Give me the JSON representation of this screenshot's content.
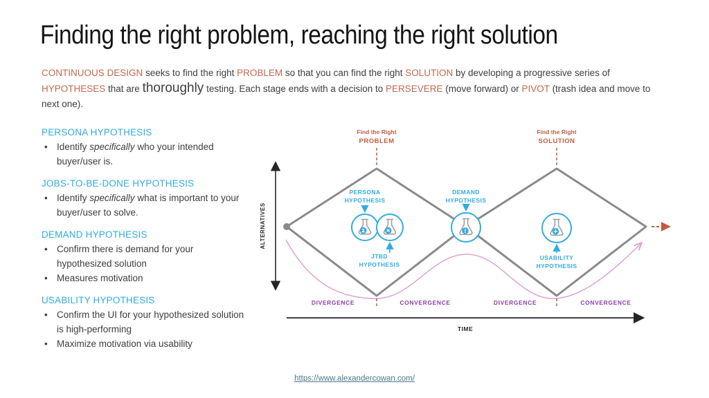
{
  "slide": {
    "title": "Finding the right problem, reaching the right solution",
    "intro": {
      "p1": "CONTINUOUS DESIGN",
      "p2": " seeks to find the right ",
      "p3": "PROBLEM",
      "p4": " so that you can find the right ",
      "p5": "SOLUTION",
      "p6": " by developing a progressive series of ",
      "p7": "HYPOTHESES",
      "p8": " that are ",
      "p9": "thoroughly",
      "p10": " testing. Each stage ends with a decision to ",
      "p11": "PERSEVERE",
      "p12": " (move forward) or ",
      "p13": "PIVOT",
      "p14": " (trash idea and move to next one)."
    },
    "sections": [
      {
        "header": "PERSONA HYPOTHESIS",
        "bullets": [
          {
            "pre": "Identify ",
            "italic": "specifically",
            "post": " who your intended buyer/user is."
          }
        ]
      },
      {
        "header": "JOBS-TO-BE-DONE HYPOTHESIS",
        "bullets": [
          {
            "pre": "Identify ",
            "italic": "specifically",
            "post": " what is important to your buyer/user to solve."
          }
        ]
      },
      {
        "header": "DEMAND HYPOTHESIS",
        "bullets": [
          {
            "pre": "Confirm there is demand for your hypothesized solution"
          },
          {
            "pre": "Measures motivation"
          }
        ]
      },
      {
        "header": "USABILITY HYPOTHESIS",
        "bullets": [
          {
            "pre": "Confirm the UI for your hypothesized solution is high-performing"
          },
          {
            "pre": "Maximize motivation via usability"
          }
        ]
      }
    ],
    "diagram": {
      "find_right": "Find the Right",
      "problem": "PROBLEM",
      "solution": "SOLUTION",
      "persona": "PERSONA",
      "demand": "DEMAND",
      "jtbd": "JTBD",
      "usability": "USABILITY",
      "hypothesis": "HYPOTHESIS",
      "alternatives_axis": "ALTERNATIVES",
      "time_axis": "TIME",
      "phase_labels": [
        "DIVERGENCE",
        "CONVERGENCE",
        "DIVERGENCE",
        "CONVERGENCE"
      ],
      "icons": {
        "flask": "erlenmeyer-flask-icon",
        "persona_badge": "person-icon",
        "jtbd_badge": "x-mark-icon",
        "demand_badge": "exclamation-icon",
        "usability_badge": "gear-icon"
      }
    },
    "footer": {
      "link": "https://www.alexandercowan.com/"
    },
    "colors": {
      "accent_orange": "#c2684c",
      "accent_cyan": "#31ace2",
      "accent_purple": "#8a3fa8",
      "curve_pink": "#dca3d0",
      "diamond_gray": "#8a8a8a",
      "link_teal": "#4a7a8c",
      "text_dark": "#3d3d3d"
    }
  }
}
